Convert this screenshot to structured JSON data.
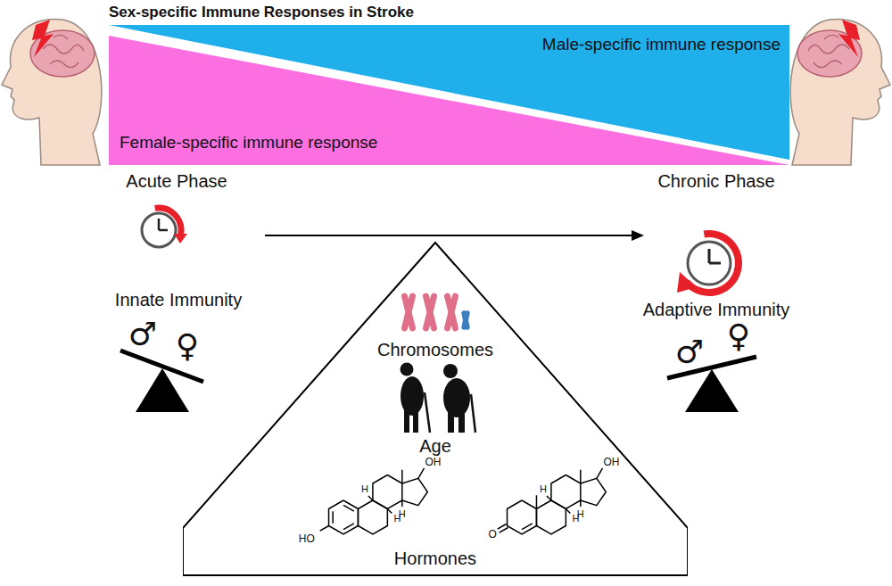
{
  "diagram": {
    "title": "Sex-specific Immune Responses in Stroke",
    "nodes": [
      {
        "text": [
          "Male-specific immune response"
        ]
      },
      {
        "text": [
          "Female-specific immune response"
        ]
      },
      {
        "text": [
          "Chromosomes",
          "Age",
          "Hormones"
        ]
      }
    ],
    "labels": [
      "Acute Phase",
      "Innate Immunity",
      "♂",
      "♀",
      "Chronic Phase",
      "Adaptive Immunity",
      "♂",
      "♀",
      "OH",
      "HO",
      "H",
      "H",
      "H",
      "OH",
      "O",
      "H",
      "H",
      "H"
    ]
  }
}
